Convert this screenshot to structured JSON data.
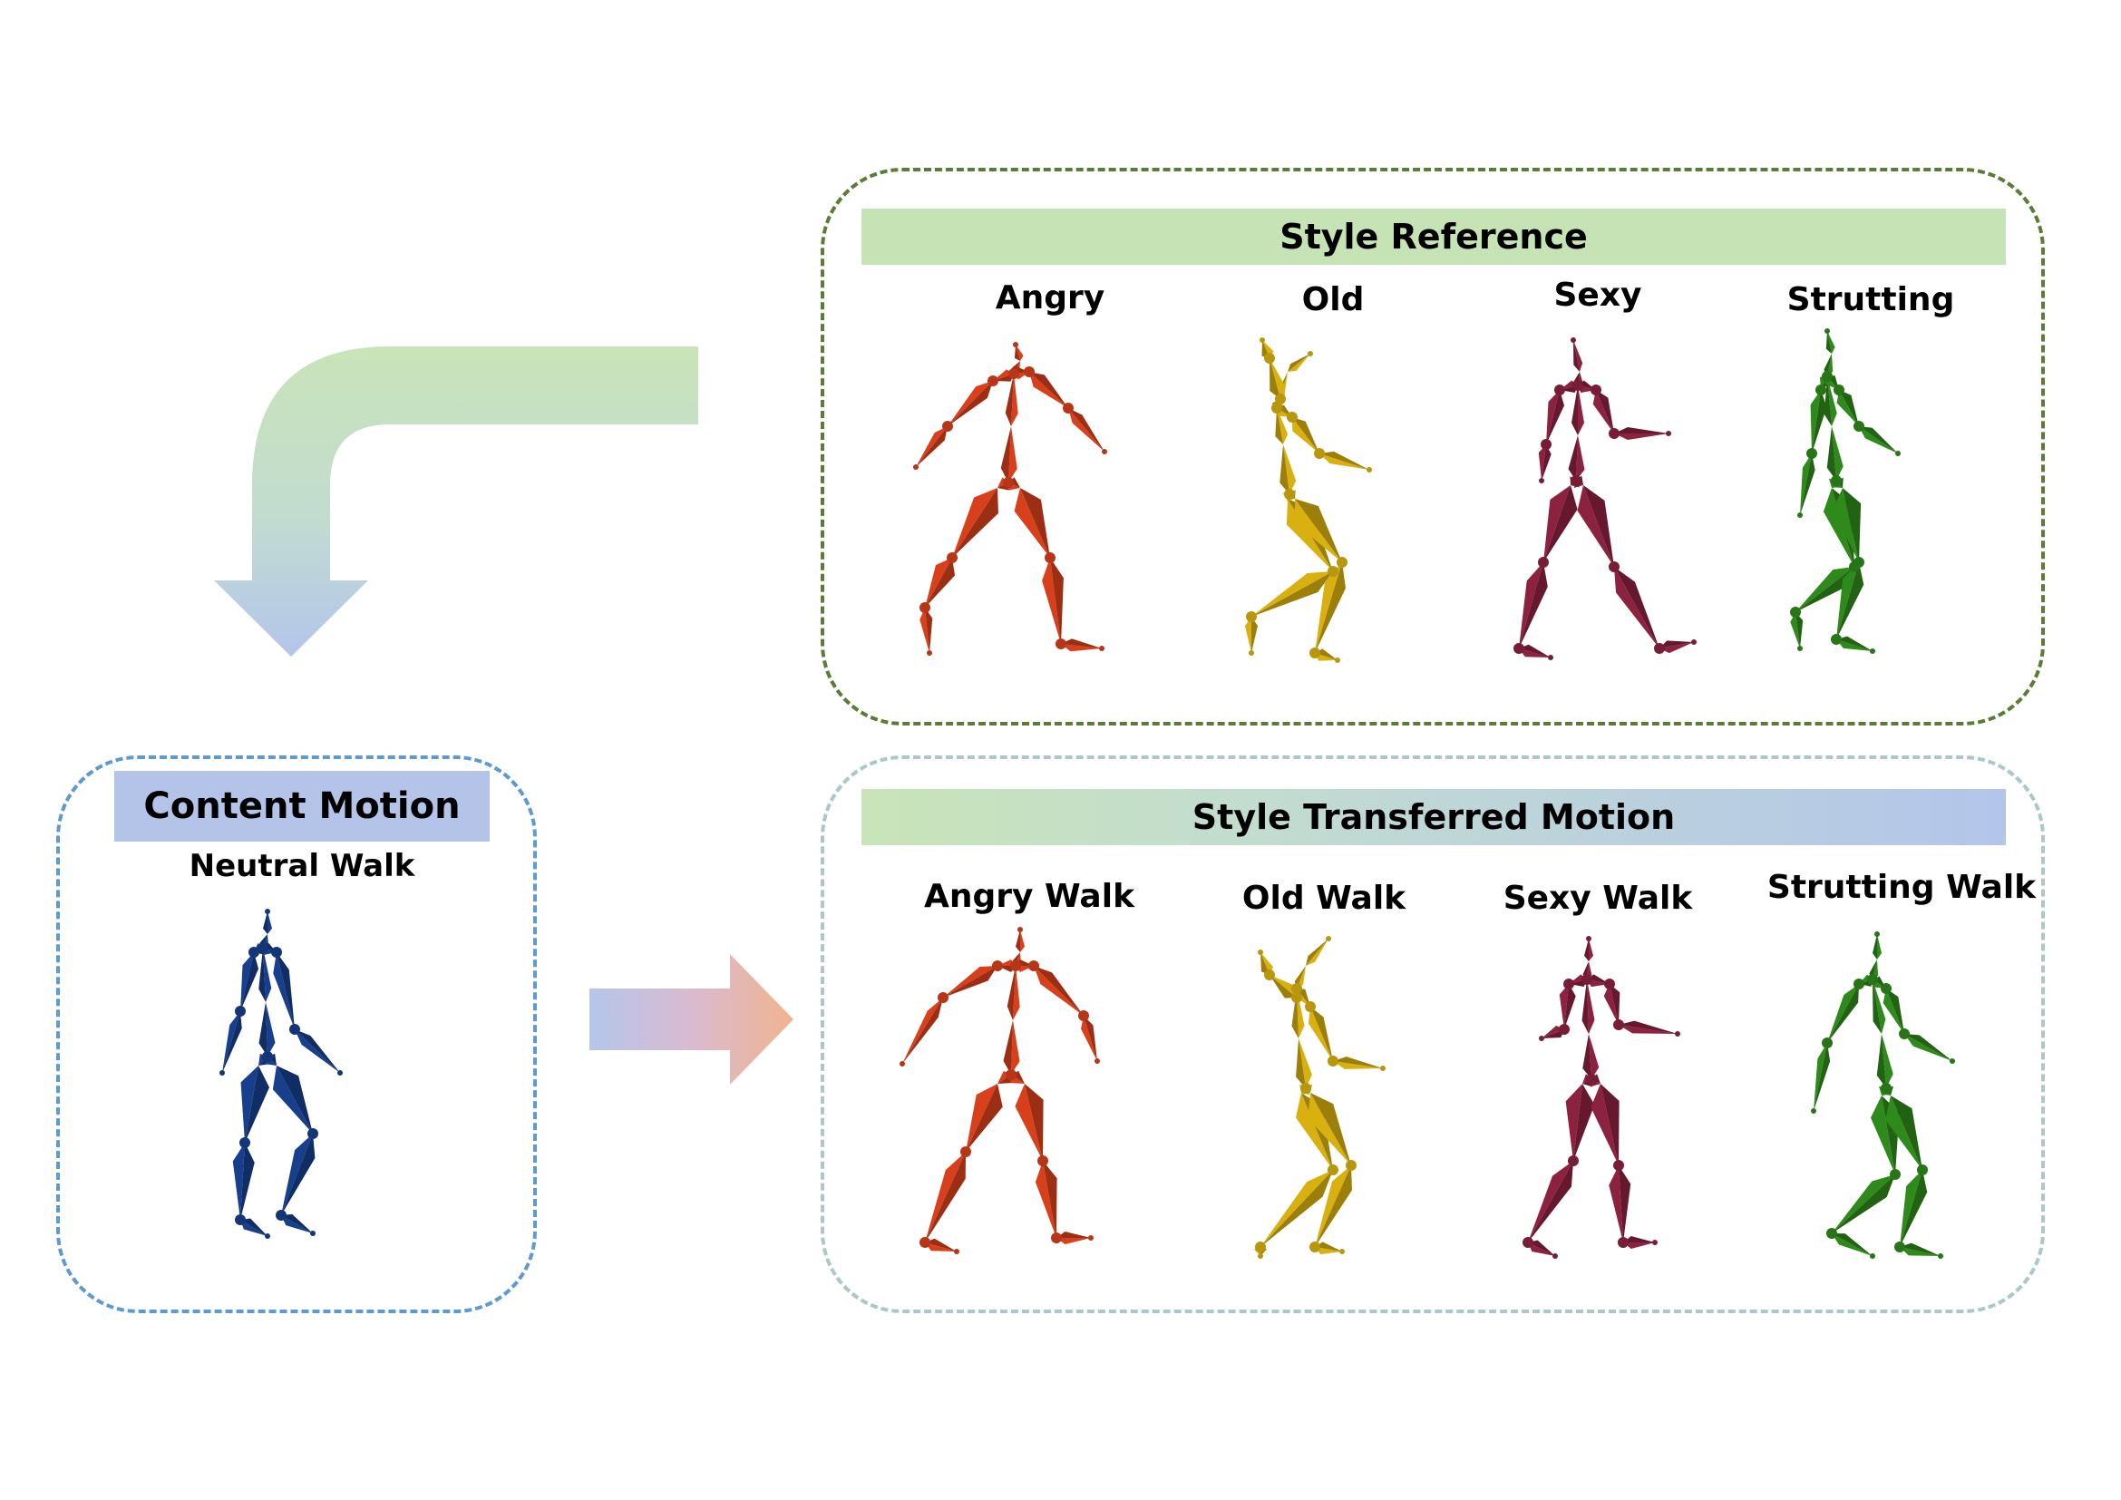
{
  "style_reference": {
    "title": "Style Reference",
    "labels": [
      "Angry",
      "Old",
      "Sexy",
      "Strutting"
    ]
  },
  "content_motion": {
    "title": "Content Motion",
    "label": "Neutral Walk"
  },
  "style_transferred": {
    "title": "Style Transferred Motion",
    "labels": [
      "Angry Walk",
      "Old Walk",
      "Sexy Walk",
      "Strutting Walk"
    ]
  },
  "colors": {
    "angry": "#d8401c",
    "old": "#d8b00f",
    "sexy": "#8c2240",
    "strutting": "#2e8a1a",
    "neutral": "#173f8c",
    "style_bar": "#c6e3b5",
    "content_bar": "#b4c4e8",
    "style_box_border": "#5a7c35",
    "content_box_border": "#5d9ad0",
    "arrow_peach": "#f1b390"
  }
}
